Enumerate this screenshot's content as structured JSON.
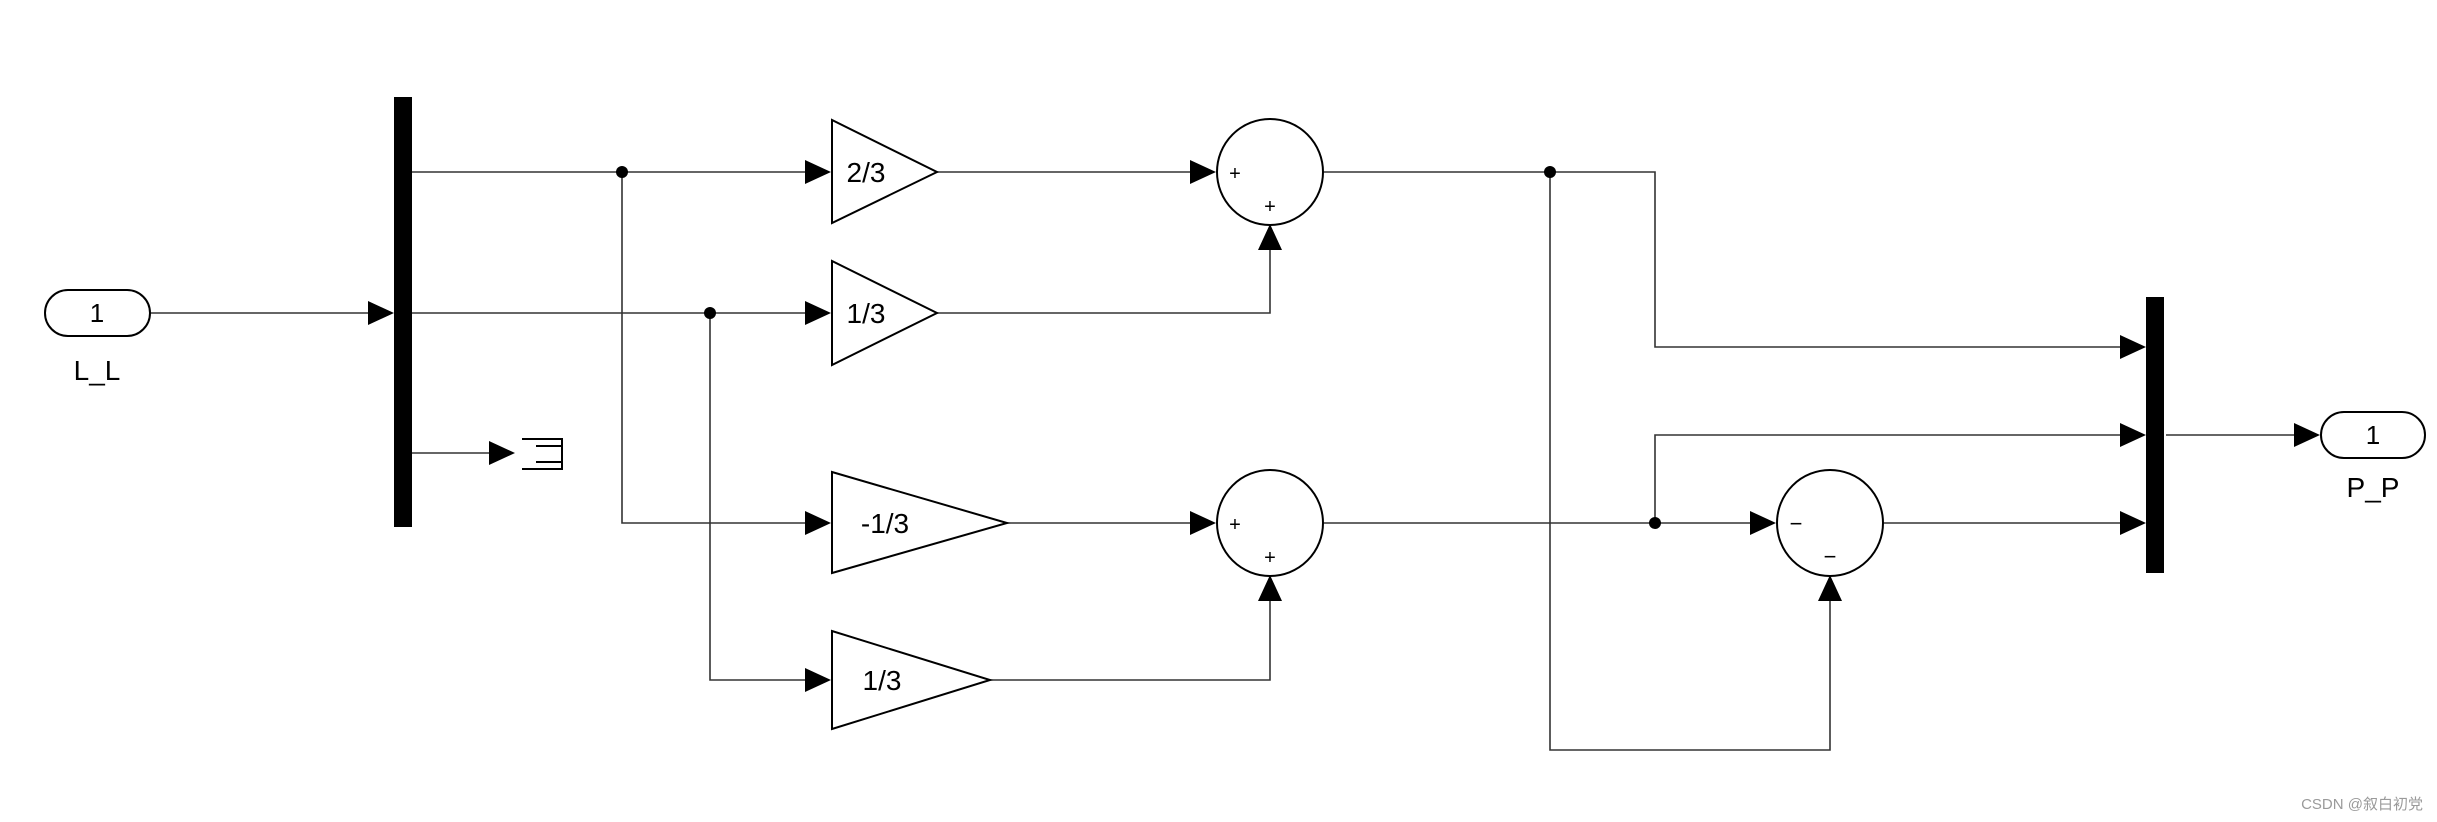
{
  "inport": {
    "number": "1",
    "name": "L_L"
  },
  "outport": {
    "number": "1",
    "name": "P_P"
  },
  "gains": {
    "g1": "2/3",
    "g2": "1/3",
    "g3": "-1/3",
    "g4": "1/3"
  },
  "sums": {
    "sum1": {
      "signs": [
        "+",
        "+"
      ]
    },
    "sum2": {
      "signs": [
        "+",
        "+"
      ]
    },
    "sum3": {
      "signs": [
        "−",
        "−"
      ]
    }
  },
  "terminator": {
    "icon": "terminator-icon"
  },
  "watermark": "CSDN @叙白初党",
  "colors": {
    "line": "#333333",
    "block": "#000000",
    "background": "#ffffff"
  }
}
